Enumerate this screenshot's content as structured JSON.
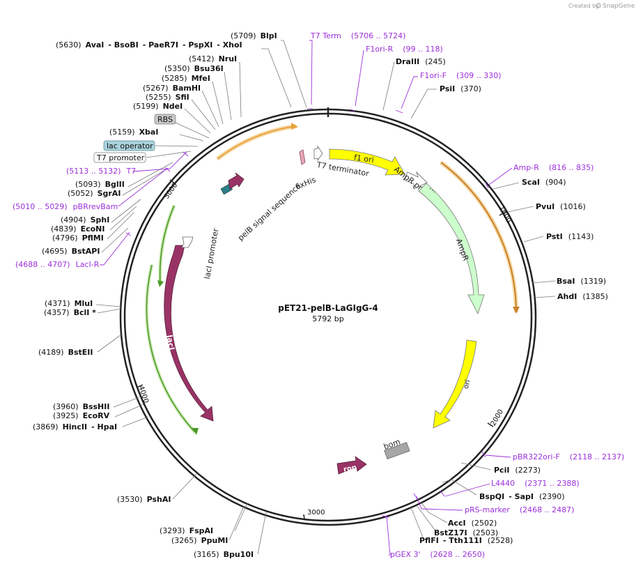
{
  "credit": "Created by",
  "credit_brand": "SnapGene",
  "plasmid": {
    "name": "pET21-pelB-LaGIgG-4",
    "size": "5792 bp"
  },
  "ticks": [
    "1000",
    "2000",
    "3000",
    "4000",
    "5000"
  ],
  "features": {
    "f1_ori": "f1 ori",
    "ampr_promoter": "AmpR promoter",
    "ampr": "AmpR",
    "ori": "ori",
    "bom": "bom",
    "rop": "rop",
    "laci": "lacI",
    "laci_promoter": "lacI promoter",
    "pelb": "pelB signal sequence",
    "his": "6xHis",
    "t7_terminator": "T7 terminator"
  },
  "boxes": {
    "rbs": "RBS",
    "lac_operator": "lac operator",
    "t7_promoter": "T7 promoter"
  },
  "left_sites": [
    {
      "pos": "(5630)",
      "name": "AvaI"
    },
    {
      "pos": "",
      "name": "- BsoBI"
    },
    {
      "pos": "",
      "name": "- PaeR7I"
    },
    {
      "pos": "",
      "name": "- PspXI"
    },
    {
      "pos": "",
      "name": "- XhoI"
    },
    {
      "pos": "(5709)",
      "name": "BlpI"
    },
    {
      "pos": "(5412)",
      "name": "NruI"
    },
    {
      "pos": "(5350)",
      "name": "Bsu36I"
    },
    {
      "pos": "(5285)",
      "name": "MfeI"
    },
    {
      "pos": "(5267)",
      "name": "BamHI"
    },
    {
      "pos": "(5255)",
      "name": "SfiI"
    },
    {
      "pos": "(5199)",
      "name": "NdeI"
    },
    {
      "pos": "(5159)",
      "name": "XbaI"
    },
    {
      "pos": "(5093)",
      "name": "BglII"
    },
    {
      "pos": "(5052)",
      "name": "SgrAI"
    },
    {
      "pos": "(4904)",
      "name": "SphI"
    },
    {
      "pos": "(4839)",
      "name": "EcoNI"
    },
    {
      "pos": "(4796)",
      "name": "PflMI"
    },
    {
      "pos": "(4695)",
      "name": "BstAPI"
    },
    {
      "pos": "(4371)",
      "name": "MluI"
    },
    {
      "pos": "(4357)",
      "name": "BclI *"
    },
    {
      "pos": "(4189)",
      "name": "BstEII"
    },
    {
      "pos": "(3960)",
      "name": "BssHII"
    },
    {
      "pos": "(3925)",
      "name": "EcoRV"
    },
    {
      "pos": "(3869)",
      "name": "HincII"
    },
    {
      "pos": "",
      "name": "- HpaI"
    },
    {
      "pos": "(3530)",
      "name": "PshAI"
    },
    {
      "pos": "(3293)",
      "name": "FspAI"
    },
    {
      "pos": "(3265)",
      "name": "PpuMI"
    },
    {
      "pos": "(3165)",
      "name": "Bpu10I"
    }
  ],
  "right_sites": [
    {
      "name": "DraIII",
      "pos": "(245)"
    },
    {
      "name": "PsiI",
      "pos": "(370)"
    },
    {
      "name": "ScaI",
      "pos": "(904)"
    },
    {
      "name": "PvuI",
      "pos": "(1016)"
    },
    {
      "name": "PstI",
      "pos": "(1143)"
    },
    {
      "name": "BsaI",
      "pos": "(1319)"
    },
    {
      "name": "AhdI",
      "pos": "(1385)"
    },
    {
      "name": "PciI",
      "pos": "(2273)"
    },
    {
      "name": "BspQI",
      "pos": ""
    },
    {
      "name": "- SapI",
      "pos": "(2390)"
    },
    {
      "name": "AccI",
      "pos": "(2502)"
    },
    {
      "name": "BstZ17I",
      "pos": "(2503)"
    },
    {
      "name": "PflFI",
      "pos": ""
    },
    {
      "name": "- Tth111I",
      "pos": "(2528)"
    }
  ],
  "primers": [
    {
      "name": "T7 Term",
      "range": "(5706 .. 5724)"
    },
    {
      "name": "F1ori-R",
      "range": "(99 .. 118)"
    },
    {
      "name": "F1ori-F",
      "range": "(309 .. 330)"
    },
    {
      "name": "Amp-R",
      "range": "(816 .. 835)"
    },
    {
      "name": "pBR322ori-F",
      "range": "(2118 .. 2137)"
    },
    {
      "name": "L4440",
      "range": "(2371 .. 2388)"
    },
    {
      "name": "pRS-marker",
      "range": "(2468 .. 2487)"
    },
    {
      "name": "pGEX 3'",
      "range": "(2628 .. 2650)"
    },
    {
      "name": "T7",
      "range": "(5113 .. 5132)"
    },
    {
      "name": "pBRrevBam",
      "range": "(5010 .. 5029)"
    },
    {
      "name": "LacI-R",
      "range": "(4688 .. 4707)"
    }
  ],
  "colors": {
    "backbone": "#222222",
    "f1_ori": "#ffff00",
    "ampr": "#ccffcc",
    "laci": "#993366",
    "rop": "#993366",
    "bom": "#a6a6a6",
    "primer": "#9b30d9",
    "highlight_orange": "#e8a23a",
    "highlight_green": "#7cc242"
  }
}
